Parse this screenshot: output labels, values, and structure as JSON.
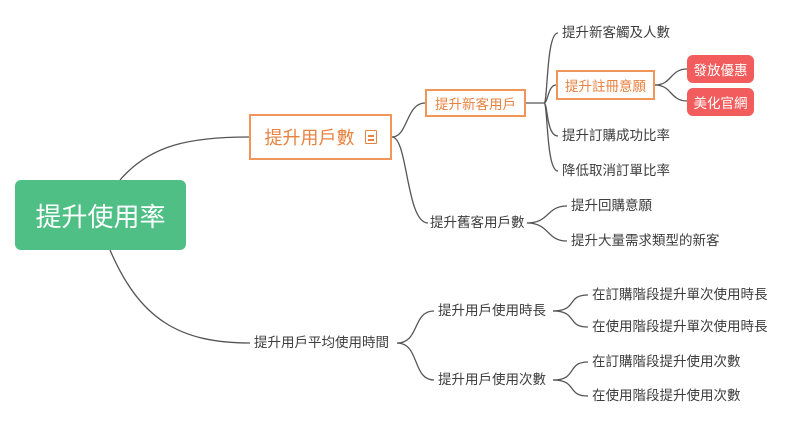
{
  "root": {
    "label": "提升使用率"
  },
  "branch_users": {
    "label": "提升用戶數",
    "note_icon": "document-icon",
    "new_users": {
      "label": "提升新客用戶",
      "items": [
        "提升新客觸及人數",
        "提升註冊意願",
        "提升訂購成功比率",
        "降低取消訂單比率"
      ],
      "register_items": [
        "發放優惠",
        "美化官網"
      ]
    },
    "old_users": {
      "label": "提升舊客用戶數",
      "items": [
        "提升回購意願",
        "提升大量需求類型的新客"
      ]
    }
  },
  "branch_time": {
    "label": "提升用戶平均使用時間",
    "duration": {
      "label": "提升用戶使用時長",
      "items": [
        "在訂購階段提升單次使用時長",
        "在使用階段提升單次使用時長"
      ]
    },
    "count": {
      "label": "提升用戶使用次數",
      "items": [
        "在訂購階段提升使用次數",
        "在使用階段提升使用次數"
      ]
    }
  },
  "colors": {
    "root_fill": "#4fbf86",
    "orange_accent": "#f0965a",
    "red_fill": "#f25c5c",
    "line": "#555555"
  }
}
